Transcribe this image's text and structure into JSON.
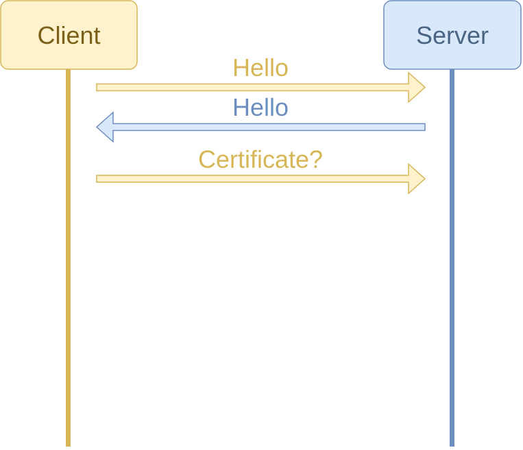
{
  "actors": {
    "client": {
      "label": "Client"
    },
    "server": {
      "label": "Server"
    }
  },
  "messages": [
    {
      "label": "Hello",
      "from": "client",
      "to": "server"
    },
    {
      "label": "Hello",
      "from": "server",
      "to": "client"
    },
    {
      "label": "Certificate?",
      "from": "client",
      "to": "server"
    }
  ],
  "colors": {
    "client_fill": "#fff2cc",
    "client_stroke": "#d6b656",
    "client_text": "#7a6018",
    "server_fill": "#dae8fc",
    "server_stroke": "#6c8ebf",
    "server_text": "#4a6584",
    "client_lifeline": "#d6b656",
    "server_lifeline": "#6c8ebf"
  }
}
